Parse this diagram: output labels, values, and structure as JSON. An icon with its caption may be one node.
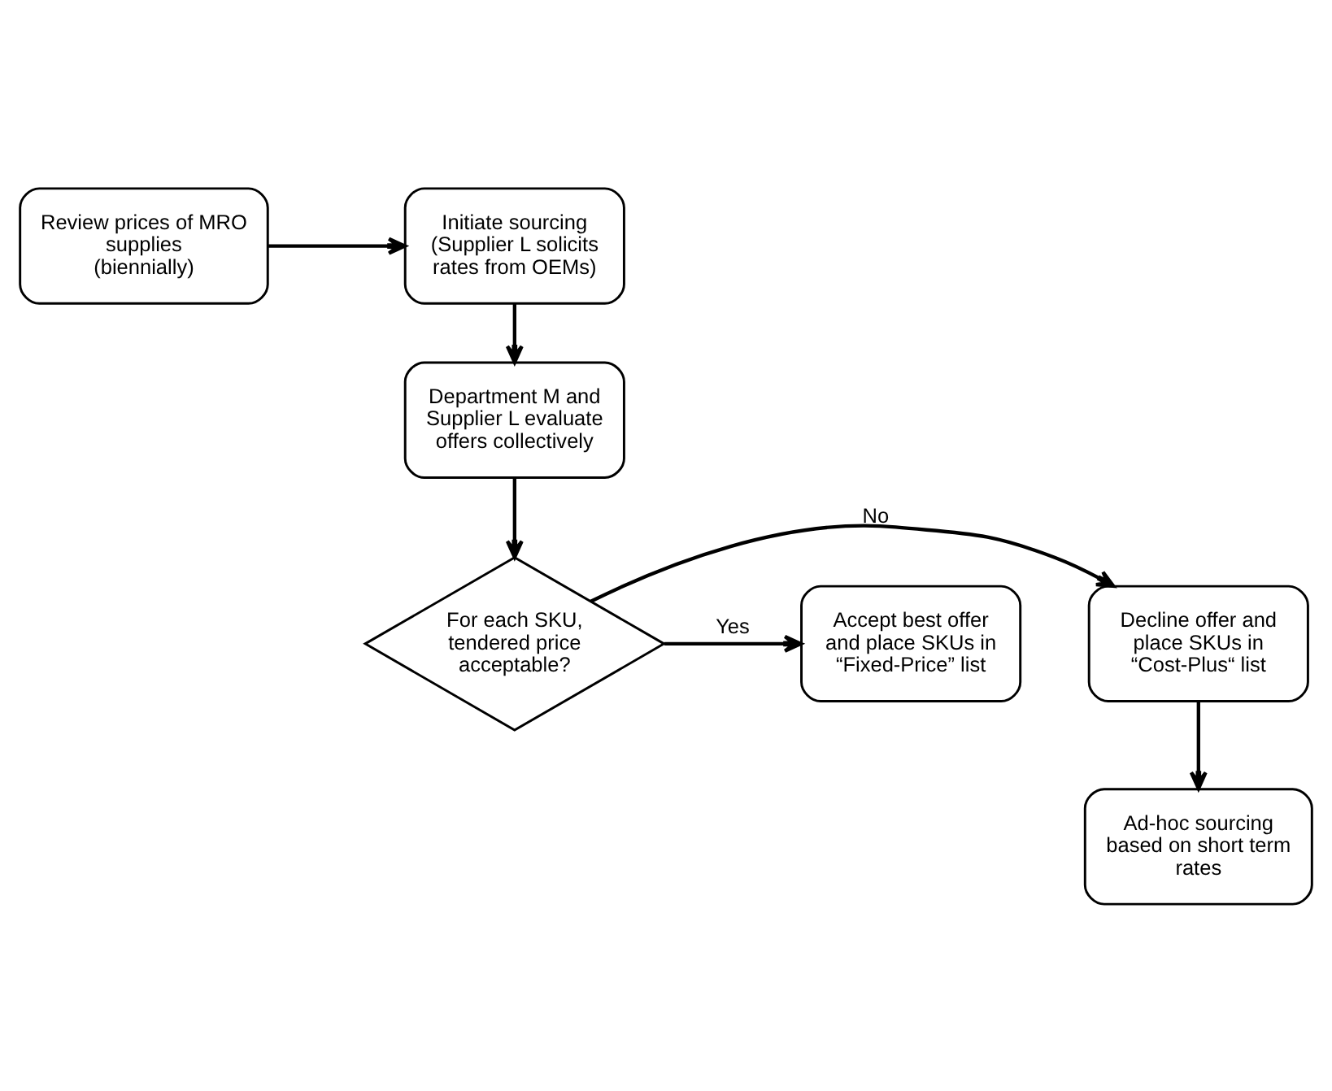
{
  "diagram": {
    "nodes": [
      {
        "text": [
          "Review prices of MRO supplies (biennially)"
        ]
      },
      {
        "text": [
          "Initiate sourcing (Supplier L solicits rates from OEMs)"
        ]
      },
      {
        "text": [
          "Department M and Supplier L evaluate offers collectively"
        ]
      },
      {
        "text": [
          "For each SKU, tendered price acceptable?"
        ]
      },
      {
        "text": [
          "Decline offer and place SKUs in “Cost-Plus“ list"
        ]
      },
      {
        "text": [
          "Accept best offer and place SKUs in “Fixed-Price” list"
        ]
      },
      {
        "text": [
          "Ad-hoc sourcing based on short term rates"
        ]
      }
    ],
    "edges": [
      {
        "from": 0,
        "to": 1,
        "arrow": "to"
      },
      {
        "from": 1,
        "to": 2,
        "arrow": "to"
      },
      {
        "from": 2,
        "to": 3,
        "arrow": "to"
      },
      {
        "from": 3,
        "to": 4,
        "label": "No",
        "arrow": "to"
      },
      {
        "from": 3,
        "to": 5,
        "label": "Yes",
        "arrow": "to"
      },
      {
        "from": 4,
        "to": 6,
        "arrow": "to"
      }
    ]
  }
}
